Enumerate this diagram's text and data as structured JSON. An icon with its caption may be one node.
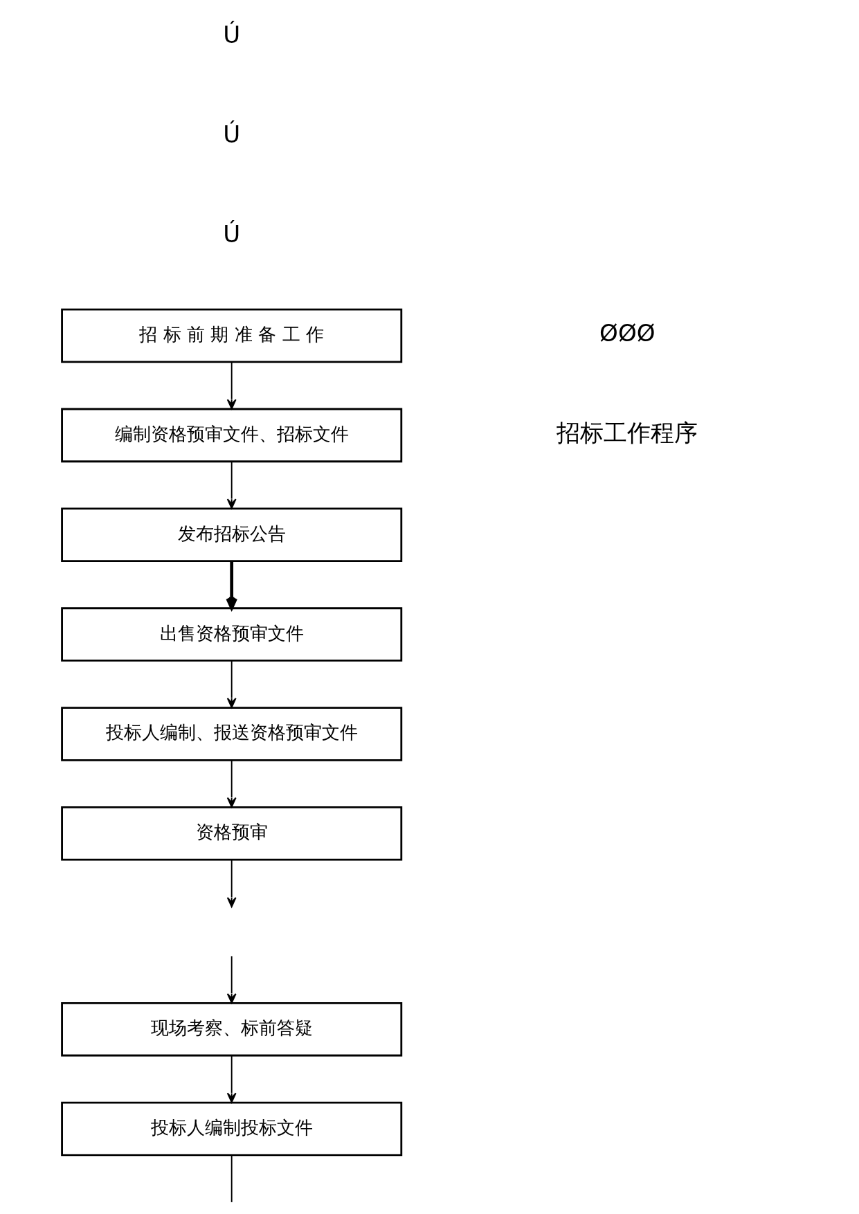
{
  "diagram": {
    "nodes": [
      {
        "text": [
          "招 标 前 期 准 备 工 作"
        ]
      },
      {
        "text": [
          "编制资格预审文件、招标文件"
        ]
      },
      {
        "text": [
          "发布招标公告"
        ]
      },
      {
        "text": [
          "出售资格预审文件"
        ]
      },
      {
        "text": [
          "投标人编制、报送资格预审文件"
        ]
      },
      {
        "text": [
          "资格预审"
        ]
      },
      {
        "text": [
          "现场考察、标前答疑"
        ]
      },
      {
        "text": [
          "投标人编制投标文件"
        ]
      }
    ],
    "edges": [
      {
        "from": 0,
        "to": 1,
        "arrow": "to"
      },
      {
        "from": 1,
        "to": 2,
        "arrow": "to"
      },
      {
        "from": 2,
        "to": 3,
        "arrow": "to",
        "style": "thick"
      },
      {
        "from": 3,
        "to": 4,
        "arrow": "to"
      },
      {
        "from": 4,
        "to": 5,
        "arrow": "to"
      },
      {
        "from": 5,
        "to": null,
        "arrow": "to"
      },
      {
        "from": null,
        "to": 6,
        "arrow": "to"
      },
      {
        "from": 6,
        "to": 7,
        "arrow": "to"
      },
      {
        "from": 7,
        "to": null,
        "arrow": "none"
      }
    ],
    "labels": [
      "Ú",
      "Ú",
      "Ú",
      "ØØØ",
      "招标工作程序"
    ]
  }
}
